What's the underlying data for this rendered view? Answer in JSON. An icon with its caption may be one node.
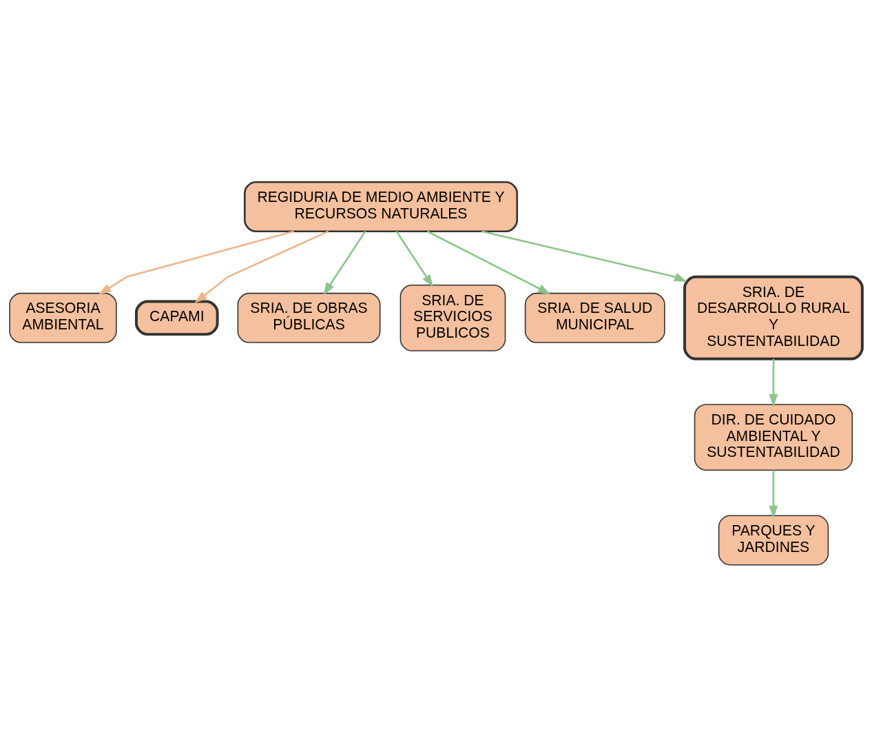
{
  "diagram": {
    "nodes": [
      {
        "text": [
          "REGIDURIA DE MEDIO AMBIENTE Y RECURSOS NATURALES"
        ]
      },
      {
        "text": [
          "ASESORIA AMBIENTAL"
        ]
      },
      {
        "text": [
          "CAPAMI"
        ]
      },
      {
        "text": [
          "SRIA. DE OBRAS PÚBLICAS"
        ]
      },
      {
        "text": [
          "SRIA. DE SERVICIOS PUBLICOS"
        ]
      },
      {
        "text": [
          "SRIA. DE SALUD MUNICIPAL"
        ]
      },
      {
        "text": [
          "SRIA. DE DESARROLLO RURAL Y SUSTENTABILIDAD"
        ]
      },
      {
        "text": [
          "DIR. DE CUIDADO AMBIENTAL Y SUSTENTABILIDAD"
        ]
      },
      {
        "text": [
          "PARQUES Y JARDINES"
        ]
      }
    ],
    "edges": [
      {
        "from": 0,
        "to": 1,
        "arrow": "to",
        "color": "#f0b48a"
      },
      {
        "from": 0,
        "to": 2,
        "arrow": "to",
        "color": "#f0b48a"
      },
      {
        "from": 0,
        "to": 3,
        "arrow": "to"
      },
      {
        "from": 0,
        "to": 4,
        "arrow": "to"
      },
      {
        "from": 0,
        "to": 5,
        "arrow": "to"
      },
      {
        "from": 0,
        "to": 6,
        "arrow": "to"
      },
      {
        "from": 6,
        "to": 7,
        "arrow": "to"
      },
      {
        "from": 7,
        "to": 8,
        "arrow": "to"
      }
    ]
  }
}
